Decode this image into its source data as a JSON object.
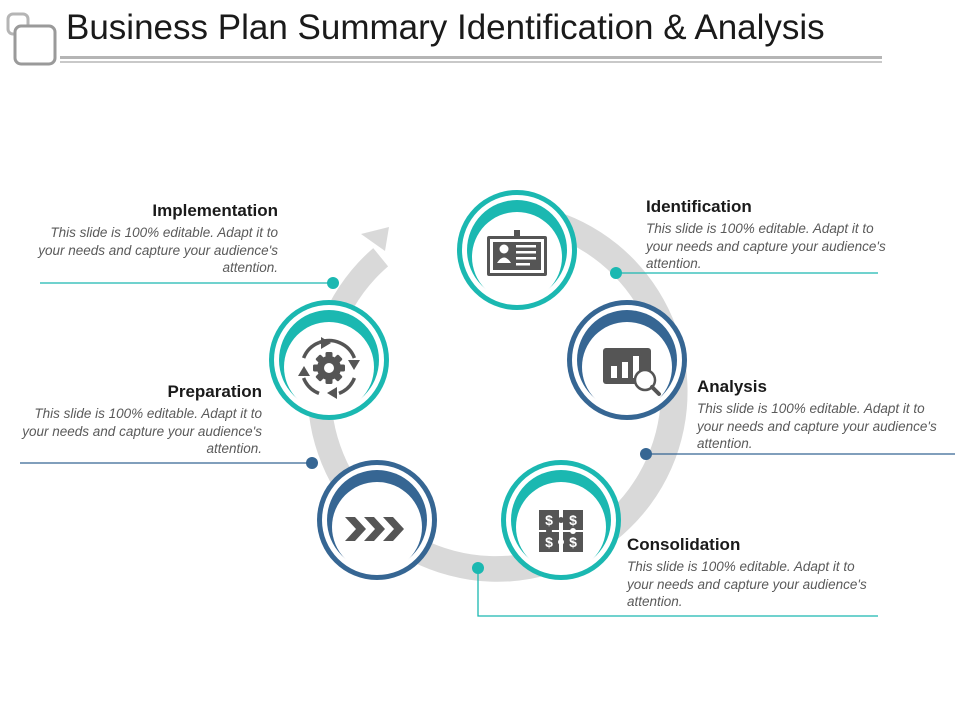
{
  "slide": {
    "title": "Business Plan Summary Identification & Analysis"
  },
  "colors": {
    "teal": "#1bb8b1",
    "blue": "#366693",
    "ring": "#d9d9d9",
    "icon": "#555555"
  },
  "steps": [
    {
      "heading": "Identification",
      "text": "This slide is 100% editable. Adapt it to your needs and capture your audience's attention.",
      "icon": "id-card-icon",
      "color": "teal"
    },
    {
      "heading": "Analysis",
      "text": "This slide is 100% editable. Adapt it to your needs and capture your audience's attention.",
      "icon": "bar-chart-magnifier-icon",
      "color": "blue"
    },
    {
      "heading": "Consolidation",
      "text": "This slide is 100% editable. Adapt it to your needs and capture your audience's attention.",
      "icon": "dollar-puzzle-icon",
      "color": "teal"
    },
    {
      "heading": "",
      "text": "",
      "icon": "chevrons-right-icon",
      "color": "blue"
    },
    {
      "heading": "Preparation",
      "text": "This slide is 100% editable. Adapt it to your needs and capture your audience's attention.",
      "icon": "gear-cycle-icon",
      "color": "teal"
    },
    {
      "heading": "Implementation",
      "text": "This slide is 100% editable. Adapt it to your needs and capture your audience's attention.",
      "icon": "ring-arrow-icon",
      "color": "teal"
    }
  ]
}
